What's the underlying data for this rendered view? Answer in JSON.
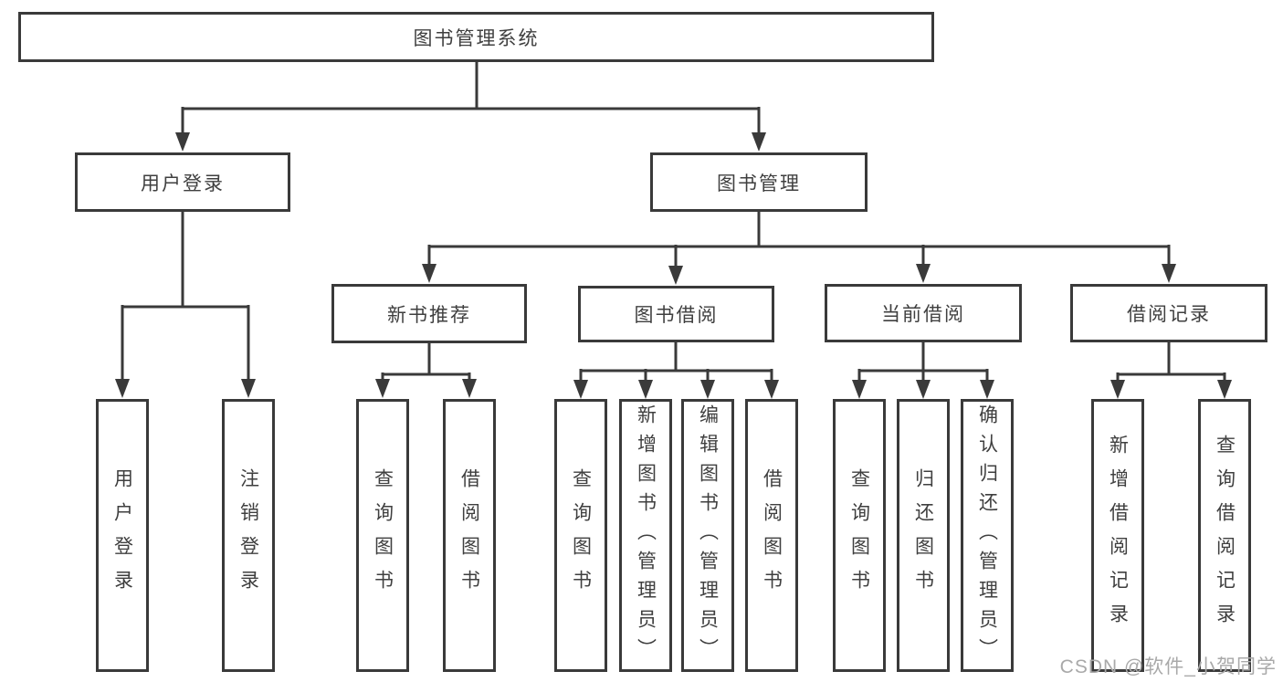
{
  "colors": {
    "line": "#3a3a3a",
    "box_border": "#3a3a3a",
    "box_background": "#ffffff",
    "text": "#3f3f3f",
    "watermark": "#a9a9a9",
    "page_background": "#ffffff"
  },
  "diagram": {
    "root": {
      "label": "图书管理系统"
    },
    "level2": [
      {
        "label": "用户登录"
      },
      {
        "label": "图书管理"
      }
    ],
    "level3": [
      {
        "label": "新书推荐"
      },
      {
        "label": "图书借阅"
      },
      {
        "label": "当前借阅"
      },
      {
        "label": "借阅记录"
      }
    ],
    "leaves": {
      "login": [
        "用户登录",
        "注销登录"
      ],
      "newbook": [
        "查询图书",
        "借阅图书"
      ],
      "borrow": [
        "查询图书",
        "新增图书（管理员）",
        "编辑图书（管理员）",
        "借阅图书"
      ],
      "current": [
        "查询图书",
        "归还图书",
        "确认归还（管理员）"
      ],
      "records": [
        "新增借阅记录",
        "查询借阅记录"
      ]
    }
  },
  "watermark": "CSDN @软件_小贺同学"
}
